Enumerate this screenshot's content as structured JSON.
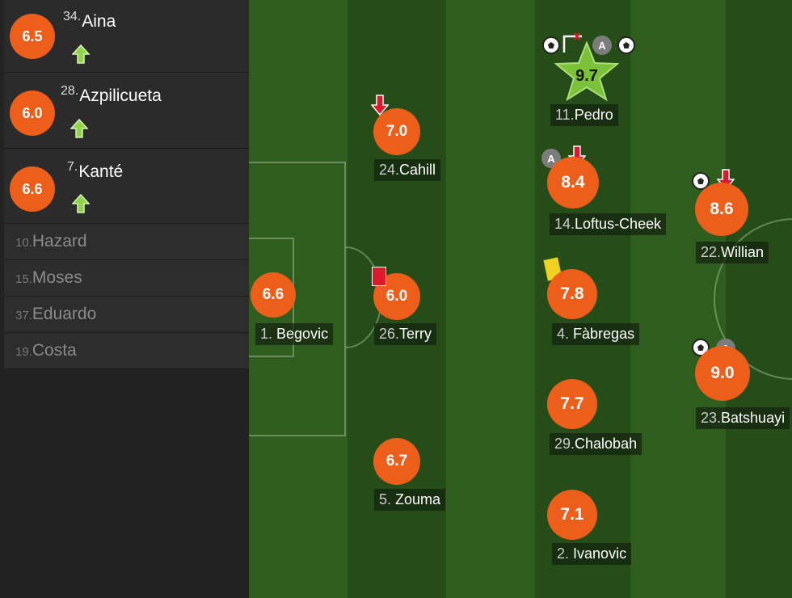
{
  "substitutes_in": [
    {
      "rating": "6.5",
      "number": "34.",
      "name": "Aina"
    },
    {
      "rating": "6.0",
      "number": "28.",
      "name": "Azpilicueta"
    },
    {
      "rating": "6.6",
      "number": "7.",
      "name": "Kanté"
    }
  ],
  "bench": [
    {
      "number": "10.",
      "name": "Hazard"
    },
    {
      "number": "15.",
      "name": "Moses"
    },
    {
      "number": "37.",
      "name": "Eduardo"
    },
    {
      "number": "19.",
      "name": "Costa"
    }
  ],
  "players": {
    "begovic": {
      "rating": "6.6",
      "number": "1.",
      "name": "Begovic"
    },
    "cahill": {
      "rating": "7.0",
      "number": "24.",
      "name": "Cahill"
    },
    "terry": {
      "rating": "6.0",
      "number": "26.",
      "name": "Terry"
    },
    "zouma": {
      "rating": "6.7",
      "number": "5.",
      "name": "Zouma"
    },
    "pedro": {
      "rating": "9.7",
      "number": "11.",
      "name": "Pedro"
    },
    "loftus": {
      "rating": "8.4",
      "number": "14.",
      "name": "Loftus-Cheek"
    },
    "fabregas": {
      "rating": "7.8",
      "number": "4.",
      "name": "Fàbregas"
    },
    "chalobah": {
      "rating": "7.7",
      "number": "29.",
      "name": "Chalobah"
    },
    "ivanovic": {
      "rating": "7.1",
      "number": "2.",
      "name": "Ivanovic"
    },
    "willian": {
      "rating": "8.6",
      "number": "22.",
      "name": "Willian"
    },
    "batshuayi": {
      "rating": "9.0",
      "number": "23.",
      "name": "Batshuayi"
    }
  },
  "icons": {
    "assist_label": "A"
  },
  "colors": {
    "rating_bg": "#ec5e1a",
    "star_bg": "#7cc13a",
    "arrow_up": "#8fd44a",
    "arrow_down": "#e0182c",
    "red_card": "#e0182c",
    "yellow_card": "#f0d020"
  }
}
